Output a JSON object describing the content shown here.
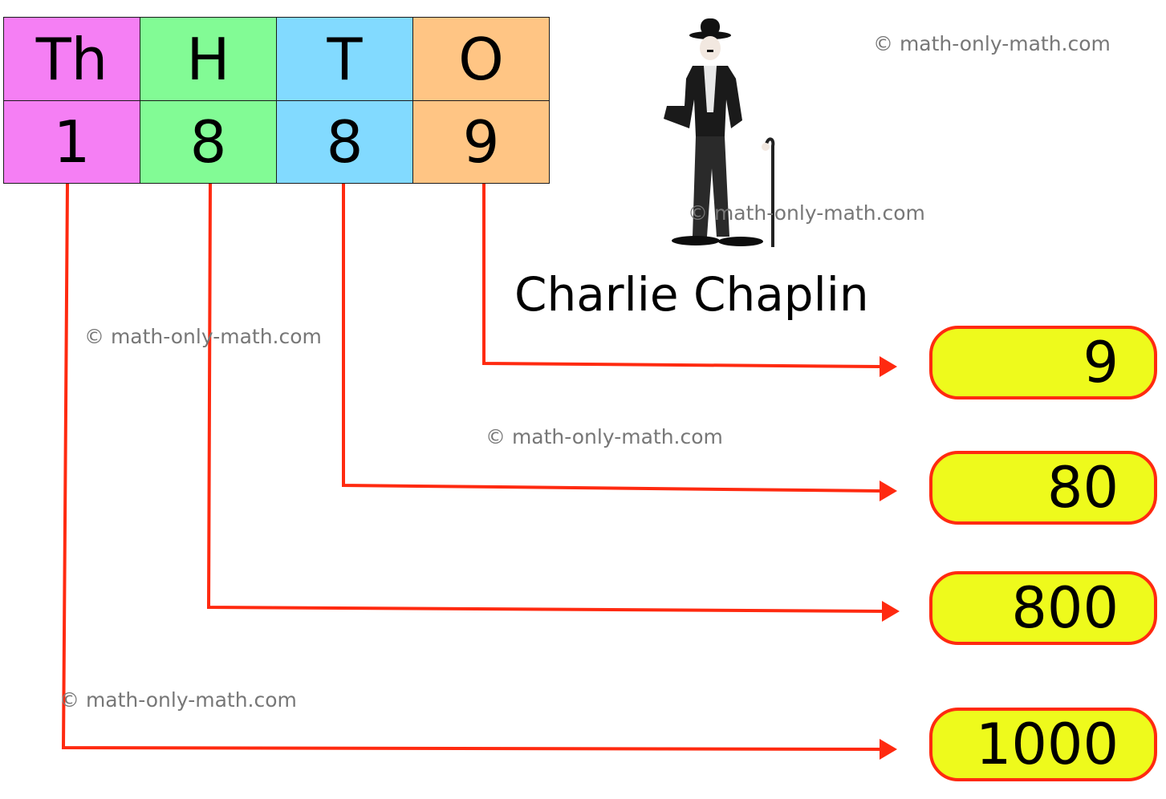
{
  "place_value_table": {
    "headers": [
      "Th",
      "H",
      "T",
      "O"
    ],
    "digits": [
      "1",
      "8",
      "8",
      "9"
    ],
    "colors": [
      "#f57ff4",
      "#82fb95",
      "#82daff",
      "#ffc584"
    ]
  },
  "caption": "Charlie Chaplin",
  "watermarks": [
    "© math-only-math.com",
    "© math-only-math.com",
    "© math-only-math.com",
    "© math-only-math.com",
    "© math-only-math.com"
  ],
  "results": [
    "9",
    "80",
    "800",
    "1000"
  ],
  "colors": {
    "connector": "#ff2a10",
    "result_fill": "#eefa1c",
    "result_border": "#ff2a10"
  },
  "icons": [
    "charlie-chaplin-figure",
    "arrow-head"
  ]
}
